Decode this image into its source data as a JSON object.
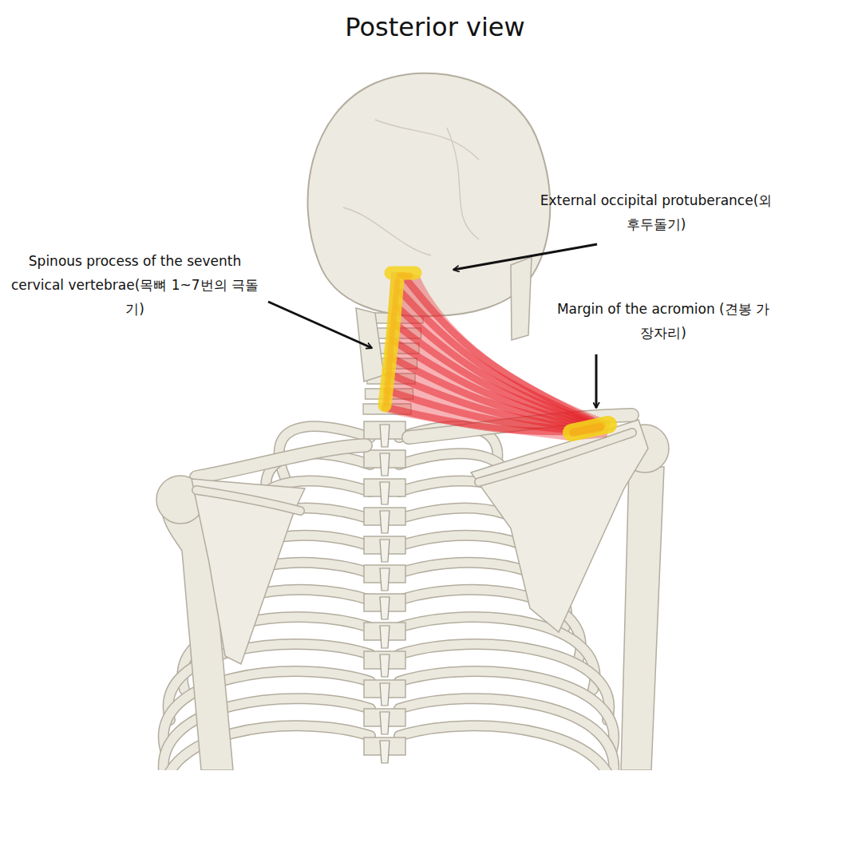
{
  "diagram": {
    "title": "Posterior view",
    "labels": [
      "External occipital protuberance(외후두돌기)",
      "Spinous process of the seventh cervical vertebrae(목뼈 1~7번의 극돌기)",
      "Margin of the acromion (견봉 가장자리)"
    ]
  }
}
